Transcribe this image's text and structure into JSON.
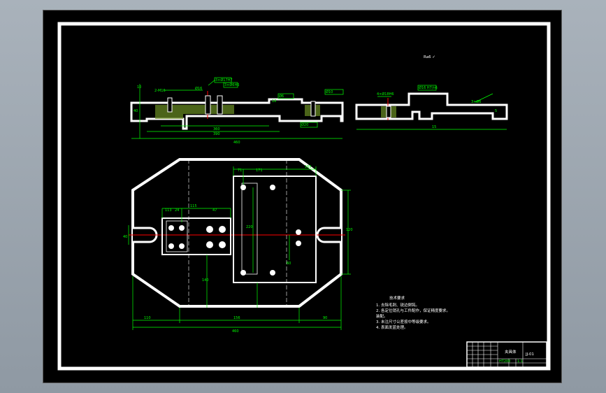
{
  "colors": {
    "background": "#000000",
    "outline": "#ffffff",
    "dimension": "#00ff00",
    "centerline": "#ff0000",
    "section_fill": "#6b8e23"
  },
  "drawing": {
    "roughness_note": "Ra6 ✓",
    "front_view": {
      "callouts": [
        "2-M16",
        "Ø16",
        "3×Ø17H7",
        "3×Ø6H6",
        "Ø6",
        "Ø10",
        "Ø20"
      ],
      "dimensions": [
        "40",
        "360",
        "390",
        "460",
        "10",
        "18"
      ]
    },
    "side_view": {
      "callouts": [
        "4×Ø18H6",
        "Ø16 H7/n6",
        "3×Ø6"
      ],
      "dimensions": [
        "5",
        "15"
      ]
    },
    "plan_view": {
      "dimensions_top": [
        "71",
        "171",
        "165"
      ],
      "dimensions_inner": [
        "113",
        "24",
        "115",
        "47"
      ],
      "dimensions_vertical": [
        "220",
        "120",
        "140",
        "60",
        "40"
      ],
      "dimensions_bottom": [
        "110",
        "156",
        "460",
        "90"
      ]
    },
    "tech_requirements": {
      "title": "技术要求",
      "items": [
        "1. 去除毛刺、锐边倒钝。",
        "2. 各定位销孔与工件配作，保证精度要求。",
        "   装配。",
        "3. 未注尺寸公差按中等级要求。",
        "4. 表面发蓝处理。"
      ]
    },
    "title_block": {
      "part_name": "夹具体",
      "drawing_no": "JJ-01",
      "material": "HT200",
      "scale": "1:1"
    }
  }
}
